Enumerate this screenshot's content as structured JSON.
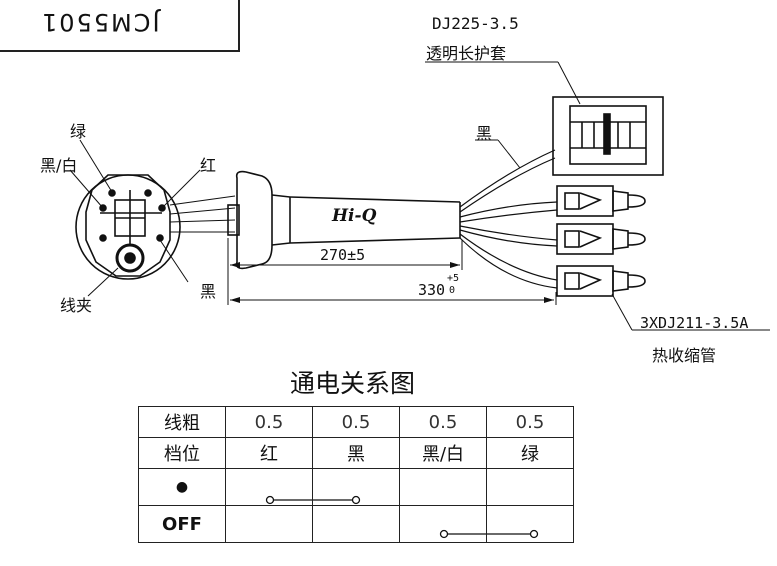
{
  "stamp": {
    "part_no": "JCM5501"
  },
  "labels": {
    "boot_part": "DJ225-3.5",
    "boot_desc": "透明长护套",
    "wire_black_top": "黑",
    "green": "绿",
    "black_white": "黑/白",
    "red": "红",
    "black_bottom": "黑",
    "clamp": "线夹",
    "dim_270": "270±5",
    "dim_330": "330",
    "dim_330_tol_plus": "+5",
    "dim_330_tol_zero": "0",
    "terminal_part": "3XDJ211-3.5A",
    "terminal_desc": "热收缩管",
    "logo": "Hi-Q"
  },
  "table": {
    "title": "通电关系图",
    "row_wire_size_header": "线粗",
    "row_position_header": "档位",
    "wire_sizes": [
      "0.5",
      "0.5",
      "0.5",
      "0.5"
    ],
    "wire_colors": [
      "红",
      "黑",
      "黑/白",
      "绿"
    ],
    "positions": [
      "●",
      "OFF"
    ]
  }
}
